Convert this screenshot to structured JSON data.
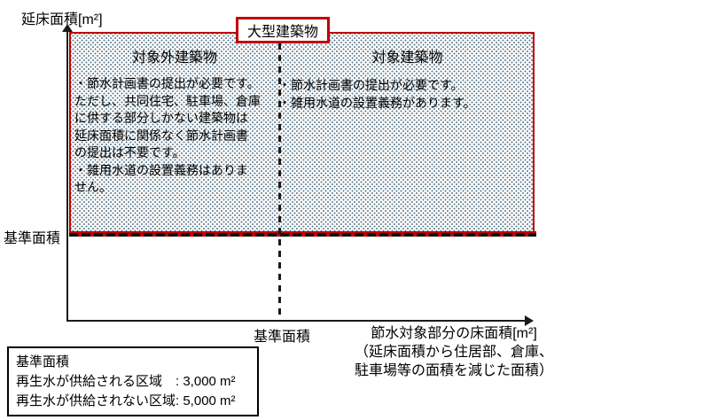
{
  "diagram": {
    "y_axis_label": "延床面積[m²]",
    "top_box_label": "大型建築物",
    "y_threshold_label": "基準面積",
    "x_threshold_label": "基準面積",
    "x_axis_label": "節水対象部分の床面積[m²]\n（延床面積から住居部、倉庫、\n駐車場等の面積を減じた面積）",
    "regions": {
      "exempt": {
        "title": "対象外建築物",
        "body": "・節水計画書の提出が必要です。\nただし、共同住宅、駐車場、倉庫\nに供する部分しかない建築物は\n延床面積に関係なく節水計画書\nの提出は不要です。\n・雑用水道の設置義務はありま\nせん。"
      },
      "subject": {
        "title": "対象建築物",
        "body": "・節水計画書の提出が必要です。\n・雑用水道の設置義務があります。"
      }
    }
  },
  "legend": {
    "title": "基準面積",
    "rows": [
      "再生水が供給される区域　: 3,000 m²",
      "再生水が供給されない区域: 5,000 m²"
    ]
  },
  "colors": {
    "accent_red": "#c00000",
    "pattern_dot": "#5f7a8c",
    "line_black": "#1a1a1a"
  }
}
